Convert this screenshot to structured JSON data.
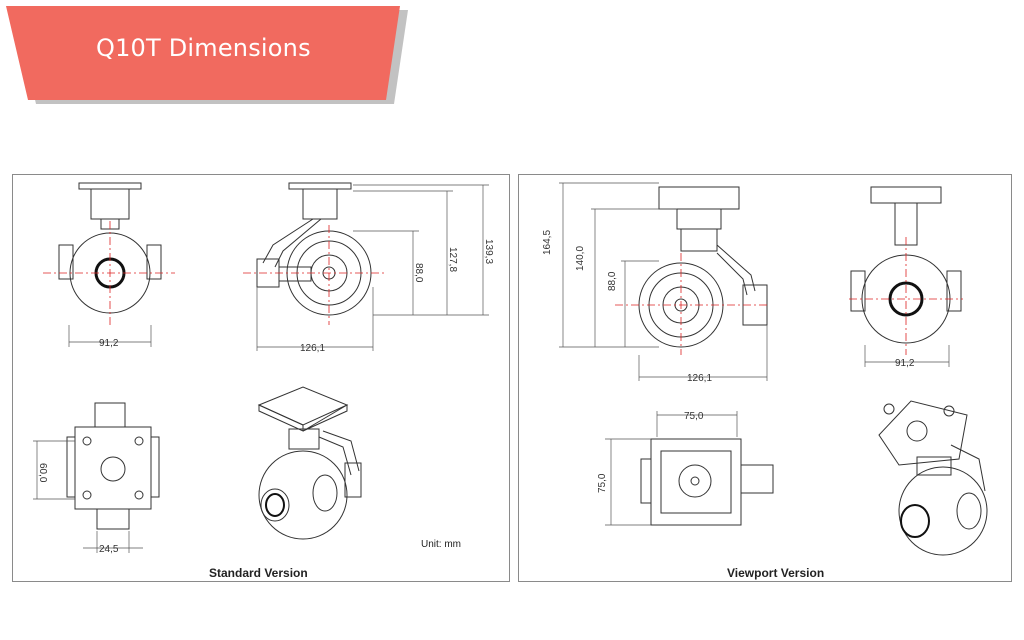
{
  "title": "Q10T Dimensions",
  "colors": {
    "banner": "#f16a5f",
    "banner_shadow": "#9a9a9a",
    "centerline": "#dd2222"
  },
  "standard": {
    "caption": "Standard Version",
    "unit": "Unit:  mm",
    "dims": {
      "front_width": "91,2",
      "side_width": "126,1",
      "height_a": "88,0",
      "height_b": "127,8",
      "height_c": "139,3",
      "bottom_height": "60,0",
      "bottom_width": "24,5"
    }
  },
  "viewport": {
    "caption": "Viewport Version",
    "dims": {
      "height_a": "164,5",
      "height_b": "140,0",
      "height_c": "88,0",
      "side_width": "126,1",
      "front_width": "91,2",
      "bottom_width": "75,0",
      "bottom_height": "75,0"
    }
  }
}
